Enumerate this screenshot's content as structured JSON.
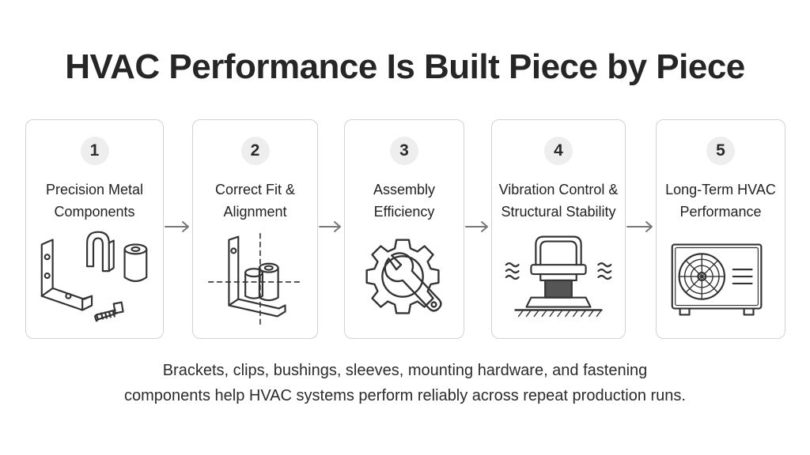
{
  "title": "HVAC Performance Is Built Piece by Piece",
  "steps": [
    {
      "number": "1",
      "line1": "Precision Metal",
      "line2": "Components"
    },
    {
      "number": "2",
      "line1": "Correct Fit &",
      "line2": "Alignment"
    },
    {
      "number": "3",
      "line1": "Assembly",
      "line2": "Efficiency"
    },
    {
      "number": "4",
      "line1": "Vibration Control &",
      "line2": "Structural Stability"
    },
    {
      "number": "5",
      "line1": "Long-Term HVAC",
      "line2": "Performance"
    }
  ],
  "caption": {
    "line1": "Brackets, clips, bushings, sleeves, mounting hardware, and fastening",
    "line2": "components help HVAC systems perform reliably across repeat production runs."
  },
  "icons": [
    "metal-parts-icon",
    "alignment-icon",
    "gear-wrench-icon",
    "vibration-mount-icon",
    "hvac-unit-icon",
    "arrow-right-icon"
  ]
}
